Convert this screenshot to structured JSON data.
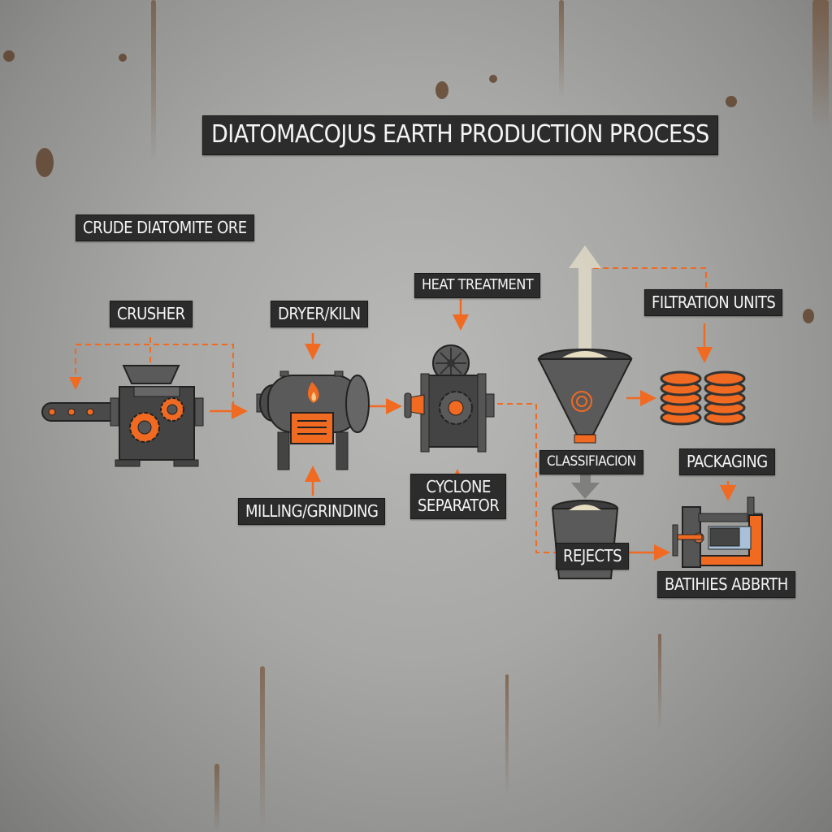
{
  "diagram": {
    "title": "DIATOMACOJUS EARTH PRODUCTION PROCESS",
    "input_label": "CRUDE DIATOMITE ORE",
    "steps": [
      {
        "id": "crusher",
        "label": "CRUSHER"
      },
      {
        "id": "dryer",
        "label": "DRYER/KILN"
      },
      {
        "id": "milling",
        "label": "MILLING/GRINDING"
      },
      {
        "id": "heat",
        "label": "HEAT TREATMENT"
      },
      {
        "id": "cyclone",
        "label": "CYCLONE SEPARATOR",
        "line1": "CYCLONE",
        "line2": "SEPARATOR"
      },
      {
        "id": "classification",
        "label": "CLASSIFIACION"
      },
      {
        "id": "rejects",
        "label": "REJECTS"
      },
      {
        "id": "filtration",
        "label": "FILTRATION UNITS"
      },
      {
        "id": "packaging",
        "label": "PACKAGING"
      },
      {
        "id": "output",
        "label": "BATIHIES ABBRTH"
      }
    ],
    "colors": {
      "accent": "#f06a22",
      "machine": "#555555",
      "machine_dark": "#3a3a3a",
      "label_bg": "#2c2c2c",
      "powder": "#e6dcc0"
    }
  }
}
